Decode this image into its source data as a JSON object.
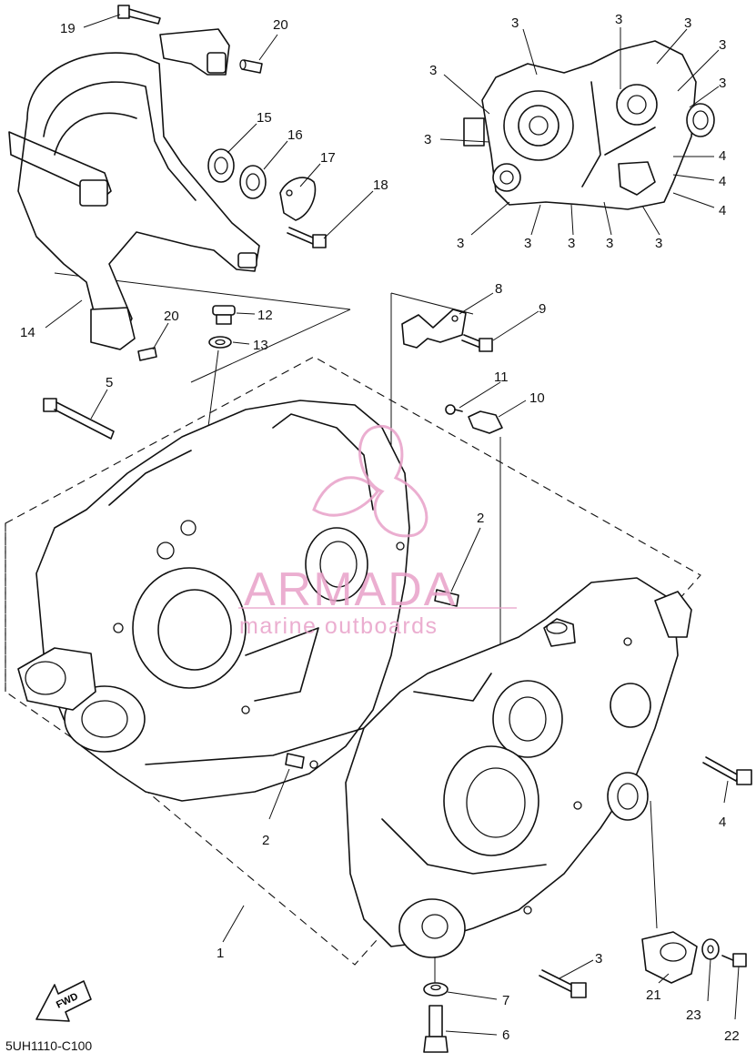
{
  "diagram": {
    "code": "5UH1110-C100",
    "fwd": "FWD",
    "watermark": {
      "brand": "ARMADA",
      "tagline": "marine outboards",
      "color": "#e8a0c8"
    },
    "callouts": [
      {
        "id": "c1",
        "label": "1"
      },
      {
        "id": "c2a",
        "label": "2"
      },
      {
        "id": "c2b",
        "label": "2"
      },
      {
        "id": "c3a",
        "label": "3"
      },
      {
        "id": "c3b",
        "label": "3"
      },
      {
        "id": "c3c",
        "label": "3"
      },
      {
        "id": "c3d",
        "label": "3"
      },
      {
        "id": "c3e",
        "label": "3"
      },
      {
        "id": "c3f",
        "label": "3"
      },
      {
        "id": "c3g",
        "label": "3"
      },
      {
        "id": "c3h",
        "label": "3"
      },
      {
        "id": "c3i",
        "label": "3"
      },
      {
        "id": "c3j",
        "label": "3"
      },
      {
        "id": "c3k",
        "label": "3"
      },
      {
        "id": "c3l",
        "label": "3"
      },
      {
        "id": "c3m",
        "label": "3"
      },
      {
        "id": "c4a",
        "label": "4"
      },
      {
        "id": "c4b",
        "label": "4"
      },
      {
        "id": "c4c",
        "label": "4"
      },
      {
        "id": "c4d",
        "label": "4"
      },
      {
        "id": "c5",
        "label": "5"
      },
      {
        "id": "c6",
        "label": "6"
      },
      {
        "id": "c7",
        "label": "7"
      },
      {
        "id": "c8",
        "label": "8"
      },
      {
        "id": "c9",
        "label": "9"
      },
      {
        "id": "c10",
        "label": "10"
      },
      {
        "id": "c11",
        "label": "11"
      },
      {
        "id": "c12",
        "label": "12"
      },
      {
        "id": "c13",
        "label": "13"
      },
      {
        "id": "c14",
        "label": "14"
      },
      {
        "id": "c15",
        "label": "15"
      },
      {
        "id": "c16",
        "label": "16"
      },
      {
        "id": "c17",
        "label": "17"
      },
      {
        "id": "c18",
        "label": "18"
      },
      {
        "id": "c19",
        "label": "19"
      },
      {
        "id": "c20a",
        "label": "20"
      },
      {
        "id": "c20b",
        "label": "20"
      },
      {
        "id": "c21",
        "label": "21"
      },
      {
        "id": "c22",
        "label": "22"
      },
      {
        "id": "c23",
        "label": "23"
      }
    ]
  }
}
